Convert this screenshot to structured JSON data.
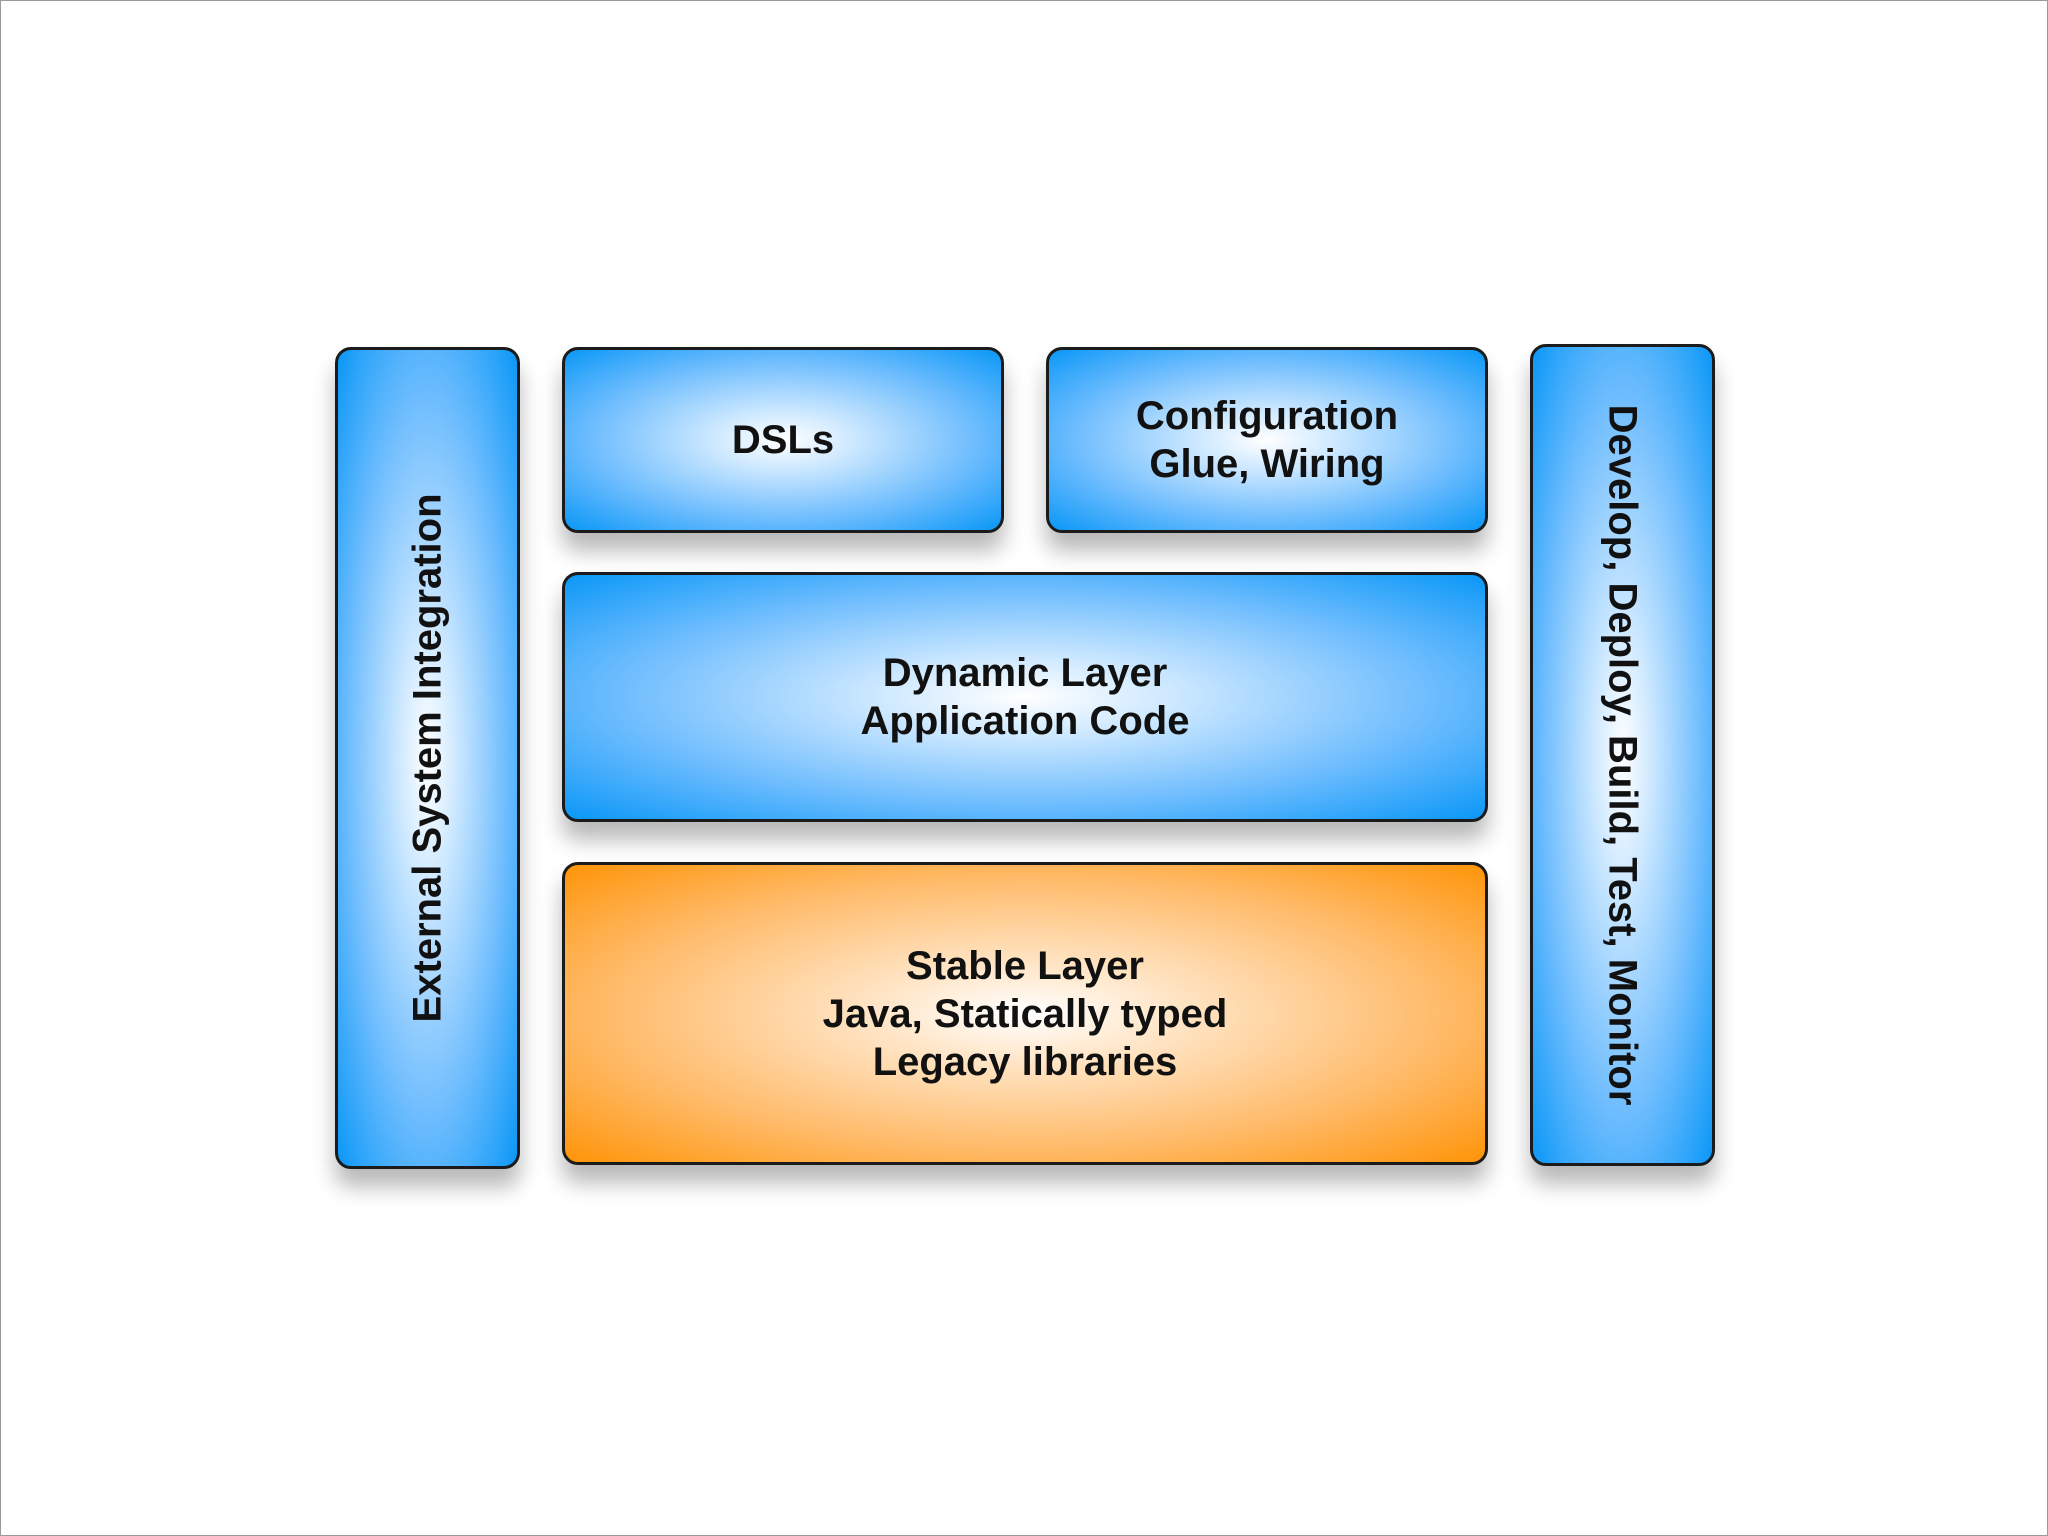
{
  "diagram": {
    "left_column": {
      "label": "External System Integration"
    },
    "dsls": {
      "label": "DSLs"
    },
    "configuration": {
      "lines": [
        "Configuration",
        "Glue, Wiring"
      ]
    },
    "dynamic_layer": {
      "lines": [
        "Dynamic Layer",
        "Application Code"
      ]
    },
    "stable_layer": {
      "lines": [
        "Stable Layer",
        "Java, Statically typed",
        "Legacy libraries"
      ]
    },
    "right_column": {
      "label": "Develop, Deploy, Build, Test, Monitor"
    }
  },
  "colors": {
    "blue_edge": "#0a97f7",
    "orange_edge": "#ff9408",
    "border": "#1b1b1b"
  }
}
